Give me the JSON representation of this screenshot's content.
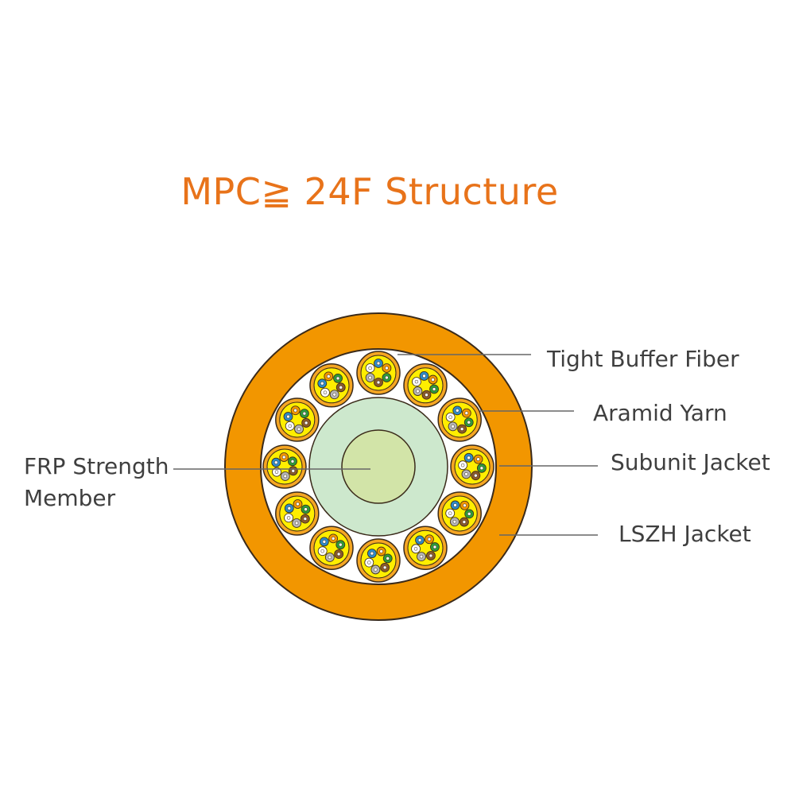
{
  "title": "MPC≧ 24F Structure",
  "labels": {
    "tight_buffer_fiber": "Tight Buffer Fiber",
    "aramid_yarn": "Aramid Yarn",
    "subunit_jacket": "Subunit Jacket",
    "lszh_jacket": "LSZH Jacket",
    "frp_line1": "FRP Strength",
    "frp_line2": "Member"
  },
  "colors": {
    "title": "#e8731a",
    "jacket": "#f29600",
    "outline": "#3a2a1a",
    "aramid": "#ffffff",
    "inner_cladding": "#cde8cd",
    "frp_core": "#d2e4a8",
    "subunit_jacket": "#f5a623",
    "subunit_fill": "#ffee00",
    "label_text": "#3f3f3f",
    "leader_line": "#666666"
  },
  "fiber_colors": [
    "#2d8bc8",
    "#f29600",
    "#2e9a3c",
    "#8a5a2b",
    "#b5b5b5",
    "#ffffff"
  ],
  "subunit_count": 12,
  "fibers_per_subunit": 6
}
